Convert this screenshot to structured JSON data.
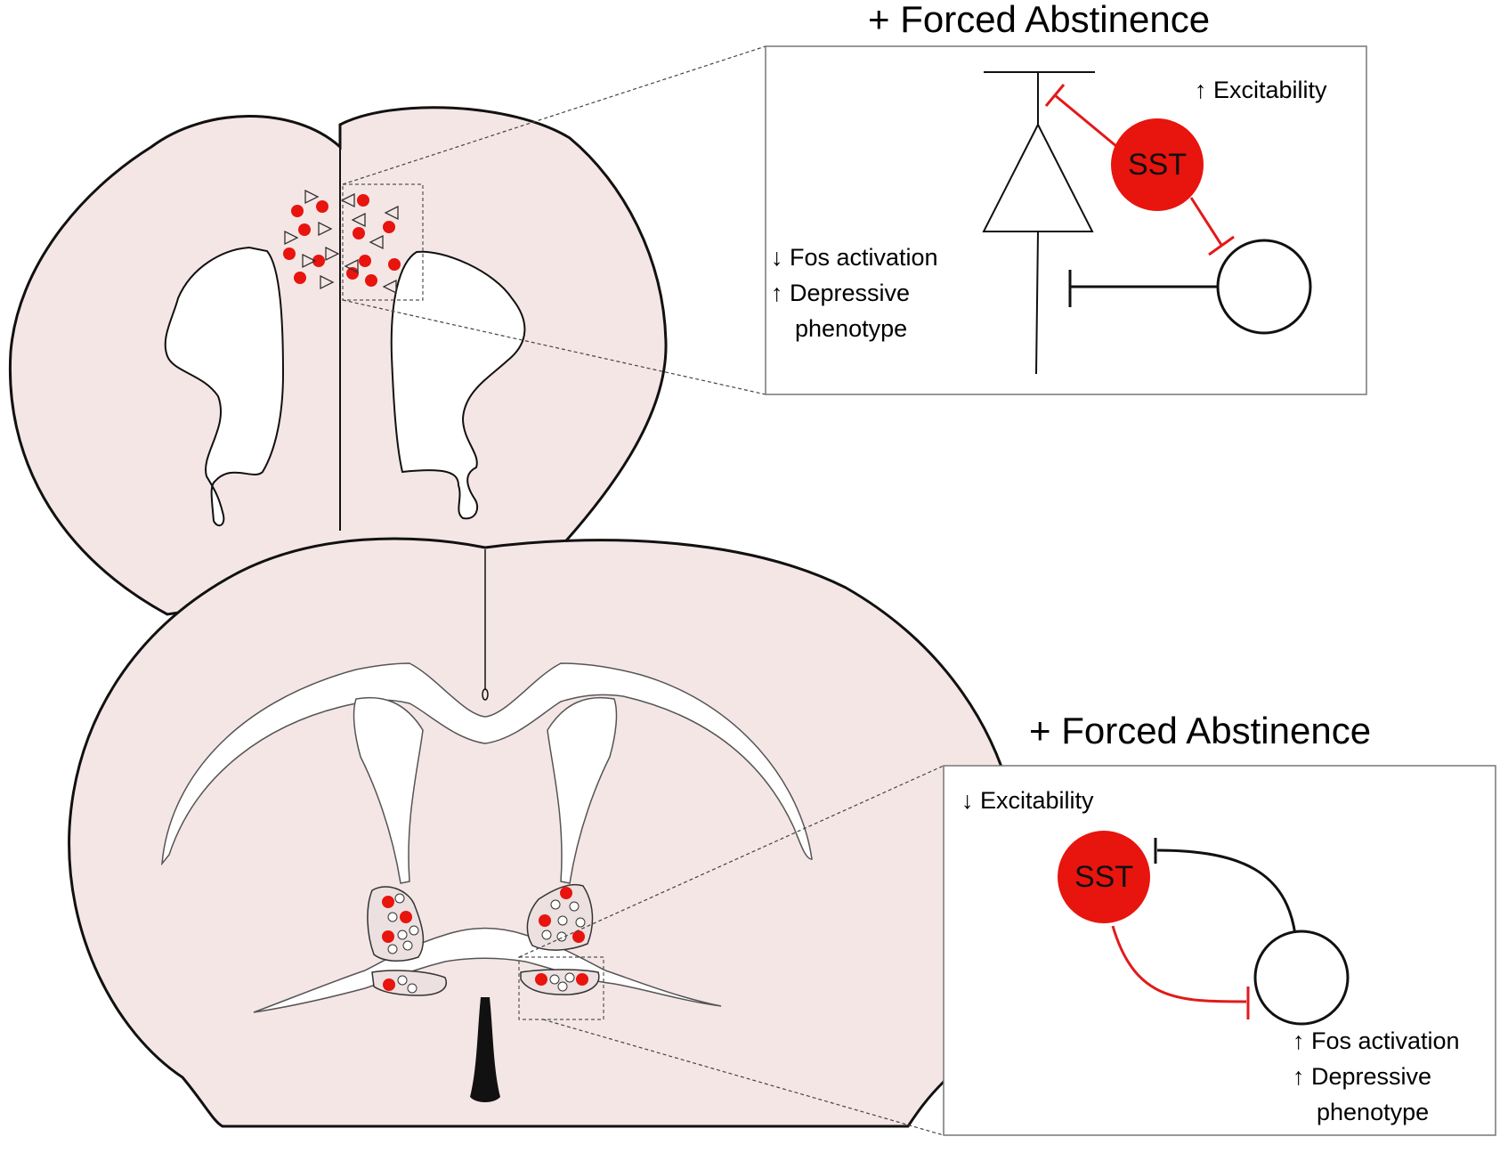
{
  "top_panel": {
    "title": "+ Forced Abstinence",
    "excitability": "↑ Excitability",
    "fos": "↓ Fos activation",
    "depressive_1": "↑ Depressive",
    "depressive_2": "phenotype",
    "sst": "SST"
  },
  "bottom_panel": {
    "title": "+ Forced Abstinence",
    "excitability": "↓ Excitability",
    "fos": "↑ Fos activation",
    "depressive_1": "↑ Depressive",
    "depressive_2": "phenotype",
    "sst": "SST"
  },
  "colors": {
    "brain_fill": "#f5e6e6",
    "sst_red": "#e8140e",
    "inhibition_red": "#e21a1a",
    "outline": "#111111"
  }
}
